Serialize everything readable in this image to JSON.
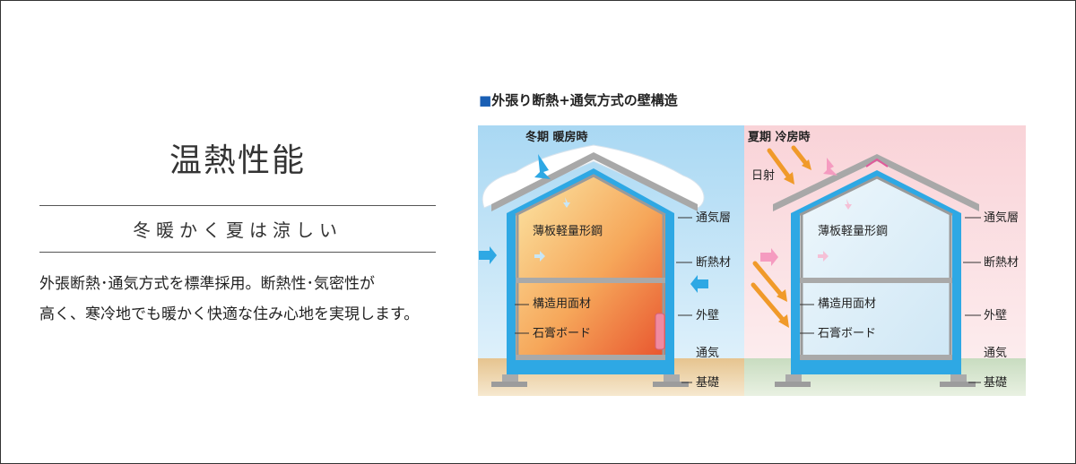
{
  "section": {
    "title": "温熱性能",
    "subtitle": "冬暖かく夏は涼しい",
    "description_lines": [
      "外張断熱･通気方式を標準採用。断熱性･気密性が",
      "高く、寒冷地でも暖かく快適な住み心地を実現します。"
    ]
  },
  "diagram": {
    "title": "外張り断熱+通気方式の壁構造",
    "title_marker": "■",
    "winter": {
      "caption": "冬期  暖房時",
      "labels": {
        "steel": "薄板軽量形鋼",
        "panel": "構造用面材",
        "board": "石膏ボード",
        "vent_layer": "通気層",
        "insulation": "断熱材",
        "exterior": "外壁",
        "ventilation": "通気",
        "foundation": "基礎"
      }
    },
    "summer": {
      "caption": "夏期  冷房時",
      "sunlight": "日射",
      "labels": {
        "steel": "薄板軽量形鋼",
        "panel": "構造用面材",
        "board": "石膏ボード",
        "vent_layer": "通気層",
        "insulation": "断熱材",
        "exterior": "外壁",
        "ventilation": "通気",
        "foundation": "基礎"
      }
    },
    "colors": {
      "winter_sky": "#bfe2f7",
      "summer_sky": "#fbe1e3",
      "insulation_blue": "#2ea8e4",
      "warm_interior": "#f4a04a",
      "cool_interior": "#d9eef8",
      "sun_arrow": "#f09a2a",
      "pink_arrow": "#f59bc0"
    }
  }
}
